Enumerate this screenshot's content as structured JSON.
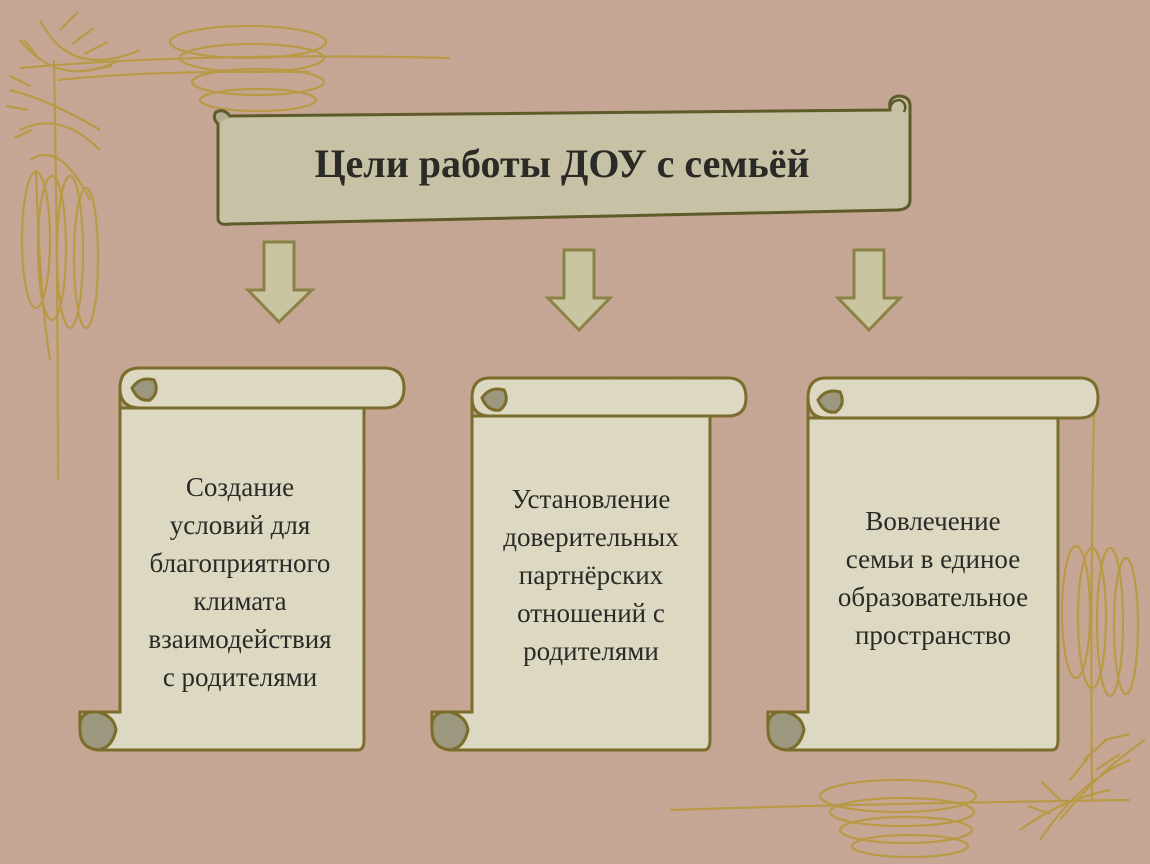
{
  "title": "Цели работы ДОУ с семьёй",
  "goals": [
    {
      "lines": [
        "Создание",
        "условий для",
        "благоприятного",
        "климата",
        "взаимодействия",
        "с родителями"
      ]
    },
    {
      "lines": [
        "Установление",
        "доверительных",
        "партнёрских",
        "отношений с",
        "родителями"
      ]
    },
    {
      "lines": [
        "Вовлечение",
        "семьи в единое",
        "образовательное",
        "пространство"
      ]
    }
  ],
  "colors": {
    "background": "#c9a996",
    "scroll_fill": "#dcd8c2",
    "scroll_stroke": "#7b6d2c",
    "title_fill": "#c7c2a6",
    "title_stroke": "#5e5a2a",
    "arrow_fill": "#c8c5a0",
    "arrow_stroke": "#8a8246",
    "ornament": "#b89a42"
  }
}
